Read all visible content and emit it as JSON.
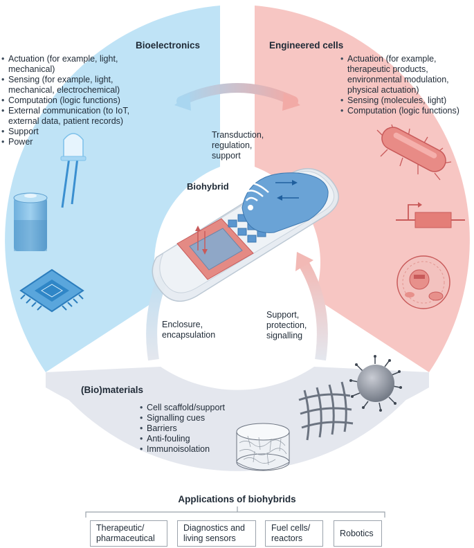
{
  "bioelectronics": {
    "title": "Bioelectronics",
    "items": [
      "Actuation (for example, light, mechanical)",
      "Sensing (for example, light, mechanical, electrochemical)",
      "Computation (logic functions)",
      "External communication (to IoT, external data, patient records)",
      "Support",
      "Power"
    ],
    "icons": [
      "led-icon",
      "battery-icon",
      "microchip-icon"
    ],
    "color": "#bfe3f6"
  },
  "engineered_cells": {
    "title": "Engineered cells",
    "items": [
      "Actuation (for example, therapeutic products, environmental modulation, physical actuation)",
      "Sensing (molecules, light)",
      "Computation (logic functions)"
    ],
    "icons": [
      "bacterium-icon",
      "gene-circuit-icon",
      "cell-icon"
    ],
    "color": "#f7c6c3"
  },
  "biomaterials": {
    "title": "(Bio)materials",
    "items": [
      "Cell scaffold/support",
      "Signalling cues",
      "Barriers",
      "Anti-fouling",
      "Immunoisolation"
    ],
    "icons": [
      "mesh-icon",
      "particle-icon",
      "hydrogel-disc-icon"
    ],
    "color": "#e4e7ee"
  },
  "center": {
    "title": "Biohybrid",
    "device_icon": "biohybrid-device-icon"
  },
  "arrows": {
    "top": "Transduction, regulation, support",
    "left": "Enclosure, encapsulation",
    "right": "Support, protection, signalling"
  },
  "applications": {
    "title": "Applications of biohybrids",
    "items": [
      "Therapeutic/ pharmaceutical",
      "Diagnostics and living sensors",
      "Fuel cells/ reactors",
      "Robotics"
    ]
  }
}
